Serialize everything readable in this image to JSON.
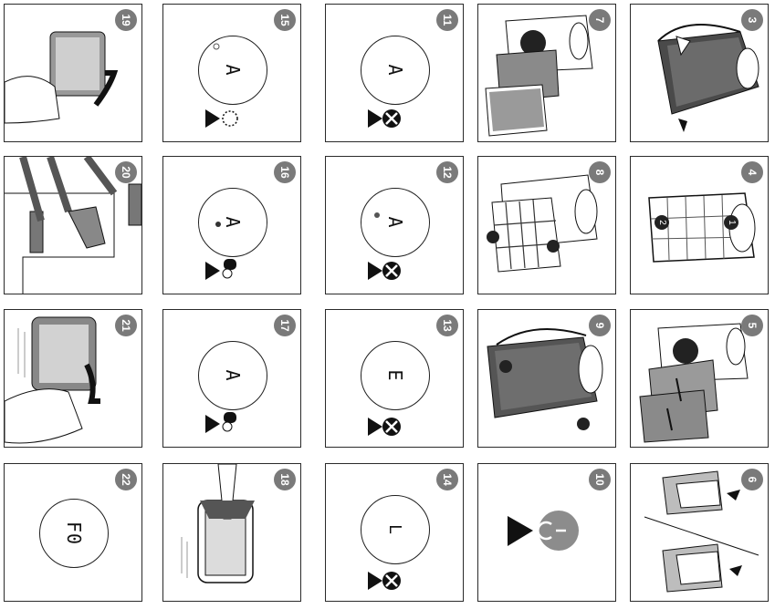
{
  "steps": [
    {
      "number": "3"
    },
    {
      "number": "4"
    },
    {
      "number": "5"
    },
    {
      "number": "6"
    },
    {
      "number": "7"
    },
    {
      "number": "8"
    },
    {
      "number": "9"
    },
    {
      "number": "10"
    },
    {
      "number": "11"
    },
    {
      "number": "12"
    },
    {
      "number": "13"
    },
    {
      "number": "14"
    },
    {
      "number": "15"
    },
    {
      "number": "16"
    },
    {
      "number": "17"
    },
    {
      "number": "18"
    },
    {
      "number": "19"
    },
    {
      "number": "20"
    },
    {
      "number": "21"
    },
    {
      "number": "22"
    }
  ],
  "displays": {
    "s11": "A",
    "s12": "A",
    "s13": "E",
    "s14": "L",
    "s15": "A",
    "s16": "A",
    "s17": "A",
    "s22": "F0"
  },
  "callouts": {
    "one": "1",
    "two": "2"
  }
}
